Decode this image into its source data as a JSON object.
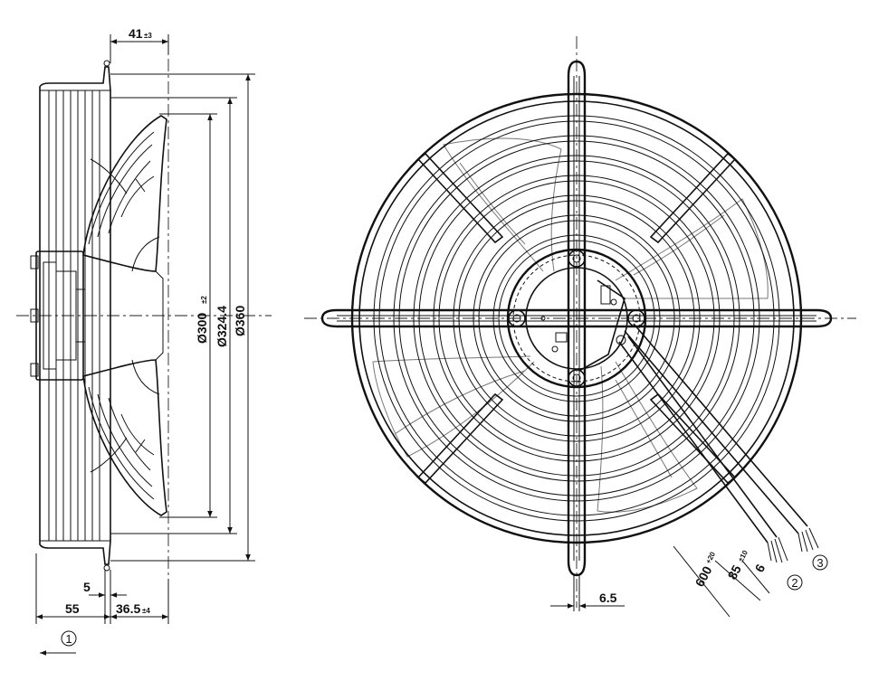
{
  "side_view": {
    "dims": {
      "depth_top": "41",
      "depth_top_tol": "±3",
      "dia_inner": "Ø300",
      "dia_inner_tol": "±2",
      "dia_mid": "Ø324.4",
      "dia_outer": "Ø360",
      "bottom_5": "5",
      "bottom_55": "55",
      "bottom_365": "36.5",
      "bottom_365_tol": "±4"
    },
    "airflow_callout": "1"
  },
  "front_view": {
    "dims": {
      "strut_width": "6.5",
      "cable_len": "600",
      "cable_len_tol": "+20",
      "strip_len": "85",
      "strip_len_tol": "±10",
      "wire_strip": "6"
    },
    "callouts": [
      "2",
      "3"
    ]
  },
  "colors": {
    "line": "#111111",
    "background": "#ffffff"
  }
}
